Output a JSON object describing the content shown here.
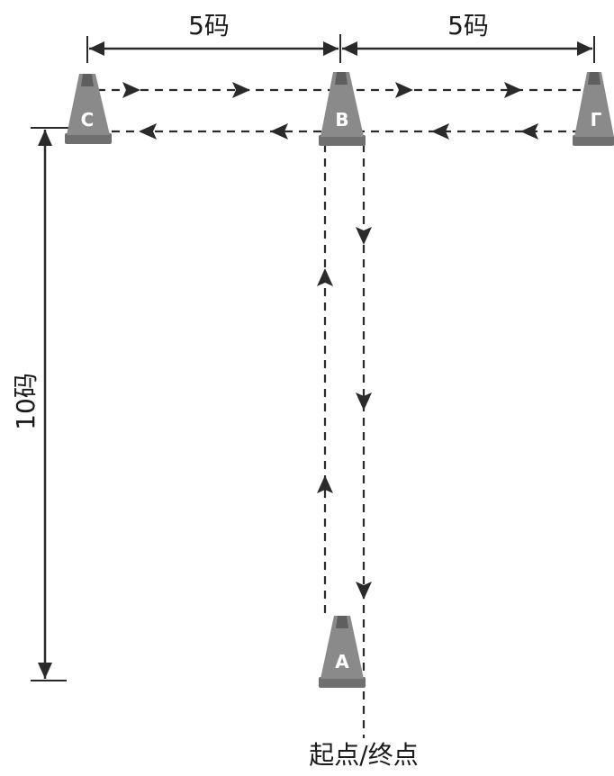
{
  "labels": {
    "top_left_distance": "5码",
    "top_right_distance": "5码",
    "left_distance": "10码",
    "start_end": "起点/终点"
  },
  "cones": {
    "a": "A",
    "b": "B",
    "c": "C",
    "d": "Γ"
  },
  "colors": {
    "line": "#2a2a2a",
    "cone": "#8a8a8a",
    "cone_dark": "#5f5f5f",
    "text": "#1a1a1a"
  }
}
